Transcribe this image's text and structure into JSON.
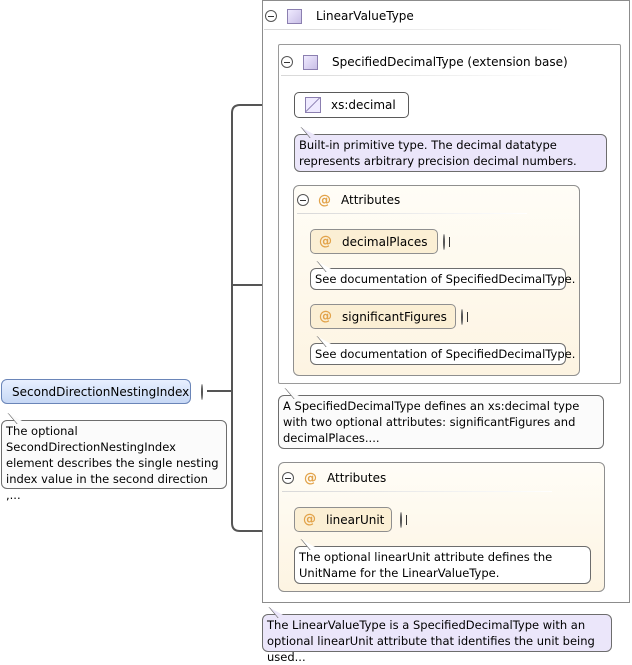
{
  "root_element": {
    "name": "SecondDirectionNestingIndex",
    "doc": "The optional SecondDirectionNestingIndex element describes the single nesting index value in the second direction ,..."
  },
  "linear_value_type": {
    "name": "LinearValueType",
    "doc": "The LinearValueType is a SpecifiedDecimalType with an optional linearUnit attribute that identifies the unit being used..."
  },
  "specified_decimal_type": {
    "name": "SpecifiedDecimalType (extension base)",
    "doc": "A SpecifiedDecimalType defines an xs:decimal type with two optional attributes: significantFigures and decimalPlaces...."
  },
  "xs_decimal": {
    "name": "xs:decimal",
    "doc": "Built-in primitive type. The decimal datatype represents arbitrary precision decimal numbers."
  },
  "inner_attributes": {
    "label": "Attributes",
    "items": [
      {
        "name": "decimalPlaces",
        "doc": "See documentation of SpecifiedDecimalType."
      },
      {
        "name": "significantFigures",
        "doc": "See documentation of SpecifiedDecimalType."
      }
    ]
  },
  "outer_attributes": {
    "label": "Attributes",
    "items": [
      {
        "name": "linearUnit",
        "doc": "The optional linearUnit attribute defines the UnitName for the LinearValueType."
      }
    ]
  },
  "icons": {
    "collapse": "collapse-icon",
    "expand": "expand-icon",
    "complex_type": "complex-type-icon",
    "simple_type": "simple-type-icon",
    "attribute": "at-sign-icon"
  },
  "at_symbol": "@",
  "colors": {
    "element_fill": "#c7d8f5",
    "attribute_fill": "#fbefd4",
    "type_note_fill": "#ebe6fa",
    "connector": "#555555"
  }
}
